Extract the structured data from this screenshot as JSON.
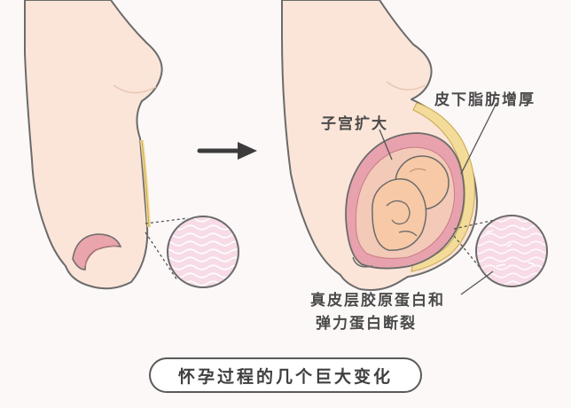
{
  "labels": {
    "uterus_expands": "子宫扩大",
    "subcutaneous_fat": "皮下脂肪增厚",
    "collagen_line1": "真皮层胶原蛋白和",
    "collagen_line2": "弹力蛋白断裂"
  },
  "caption": "怀孕过程的几个巨大变化",
  "colors": {
    "background": "#fbf8f7",
    "skin": "#fbe5d8",
    "skin_outline": "#6b6b6b",
    "fat_layer": "#f3dc9a",
    "uterus": "#e7a2ad",
    "fetus": "#f7c9a6",
    "magnifier_fill": "#f7dbe6",
    "arrow": "#3c3c3c"
  },
  "icons": {
    "arrow": "right-arrow-icon",
    "magnifier": "skin-tissue-circle-icon"
  }
}
